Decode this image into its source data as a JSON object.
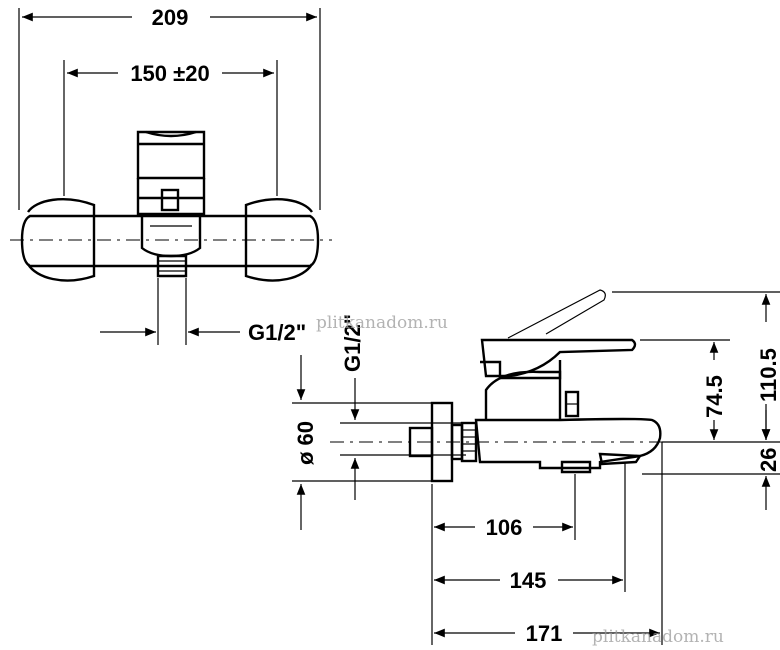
{
  "dimensions": {
    "overall_width": "209",
    "wall_spacing": "150 ±20",
    "outlet_thread_front": "G1/2\"",
    "inlet_thread_side": "G1/2\"",
    "rosette_diameter": "ø 60",
    "projection_spout_base": "106",
    "projection_spout_mid": "145",
    "projection_total": "171",
    "height_lever": "74.5",
    "height_total": "110.5",
    "height_spout": "26"
  },
  "watermarks": {
    "top": "plitkanadom.ru",
    "bottom": "plitkanadom.ru"
  }
}
